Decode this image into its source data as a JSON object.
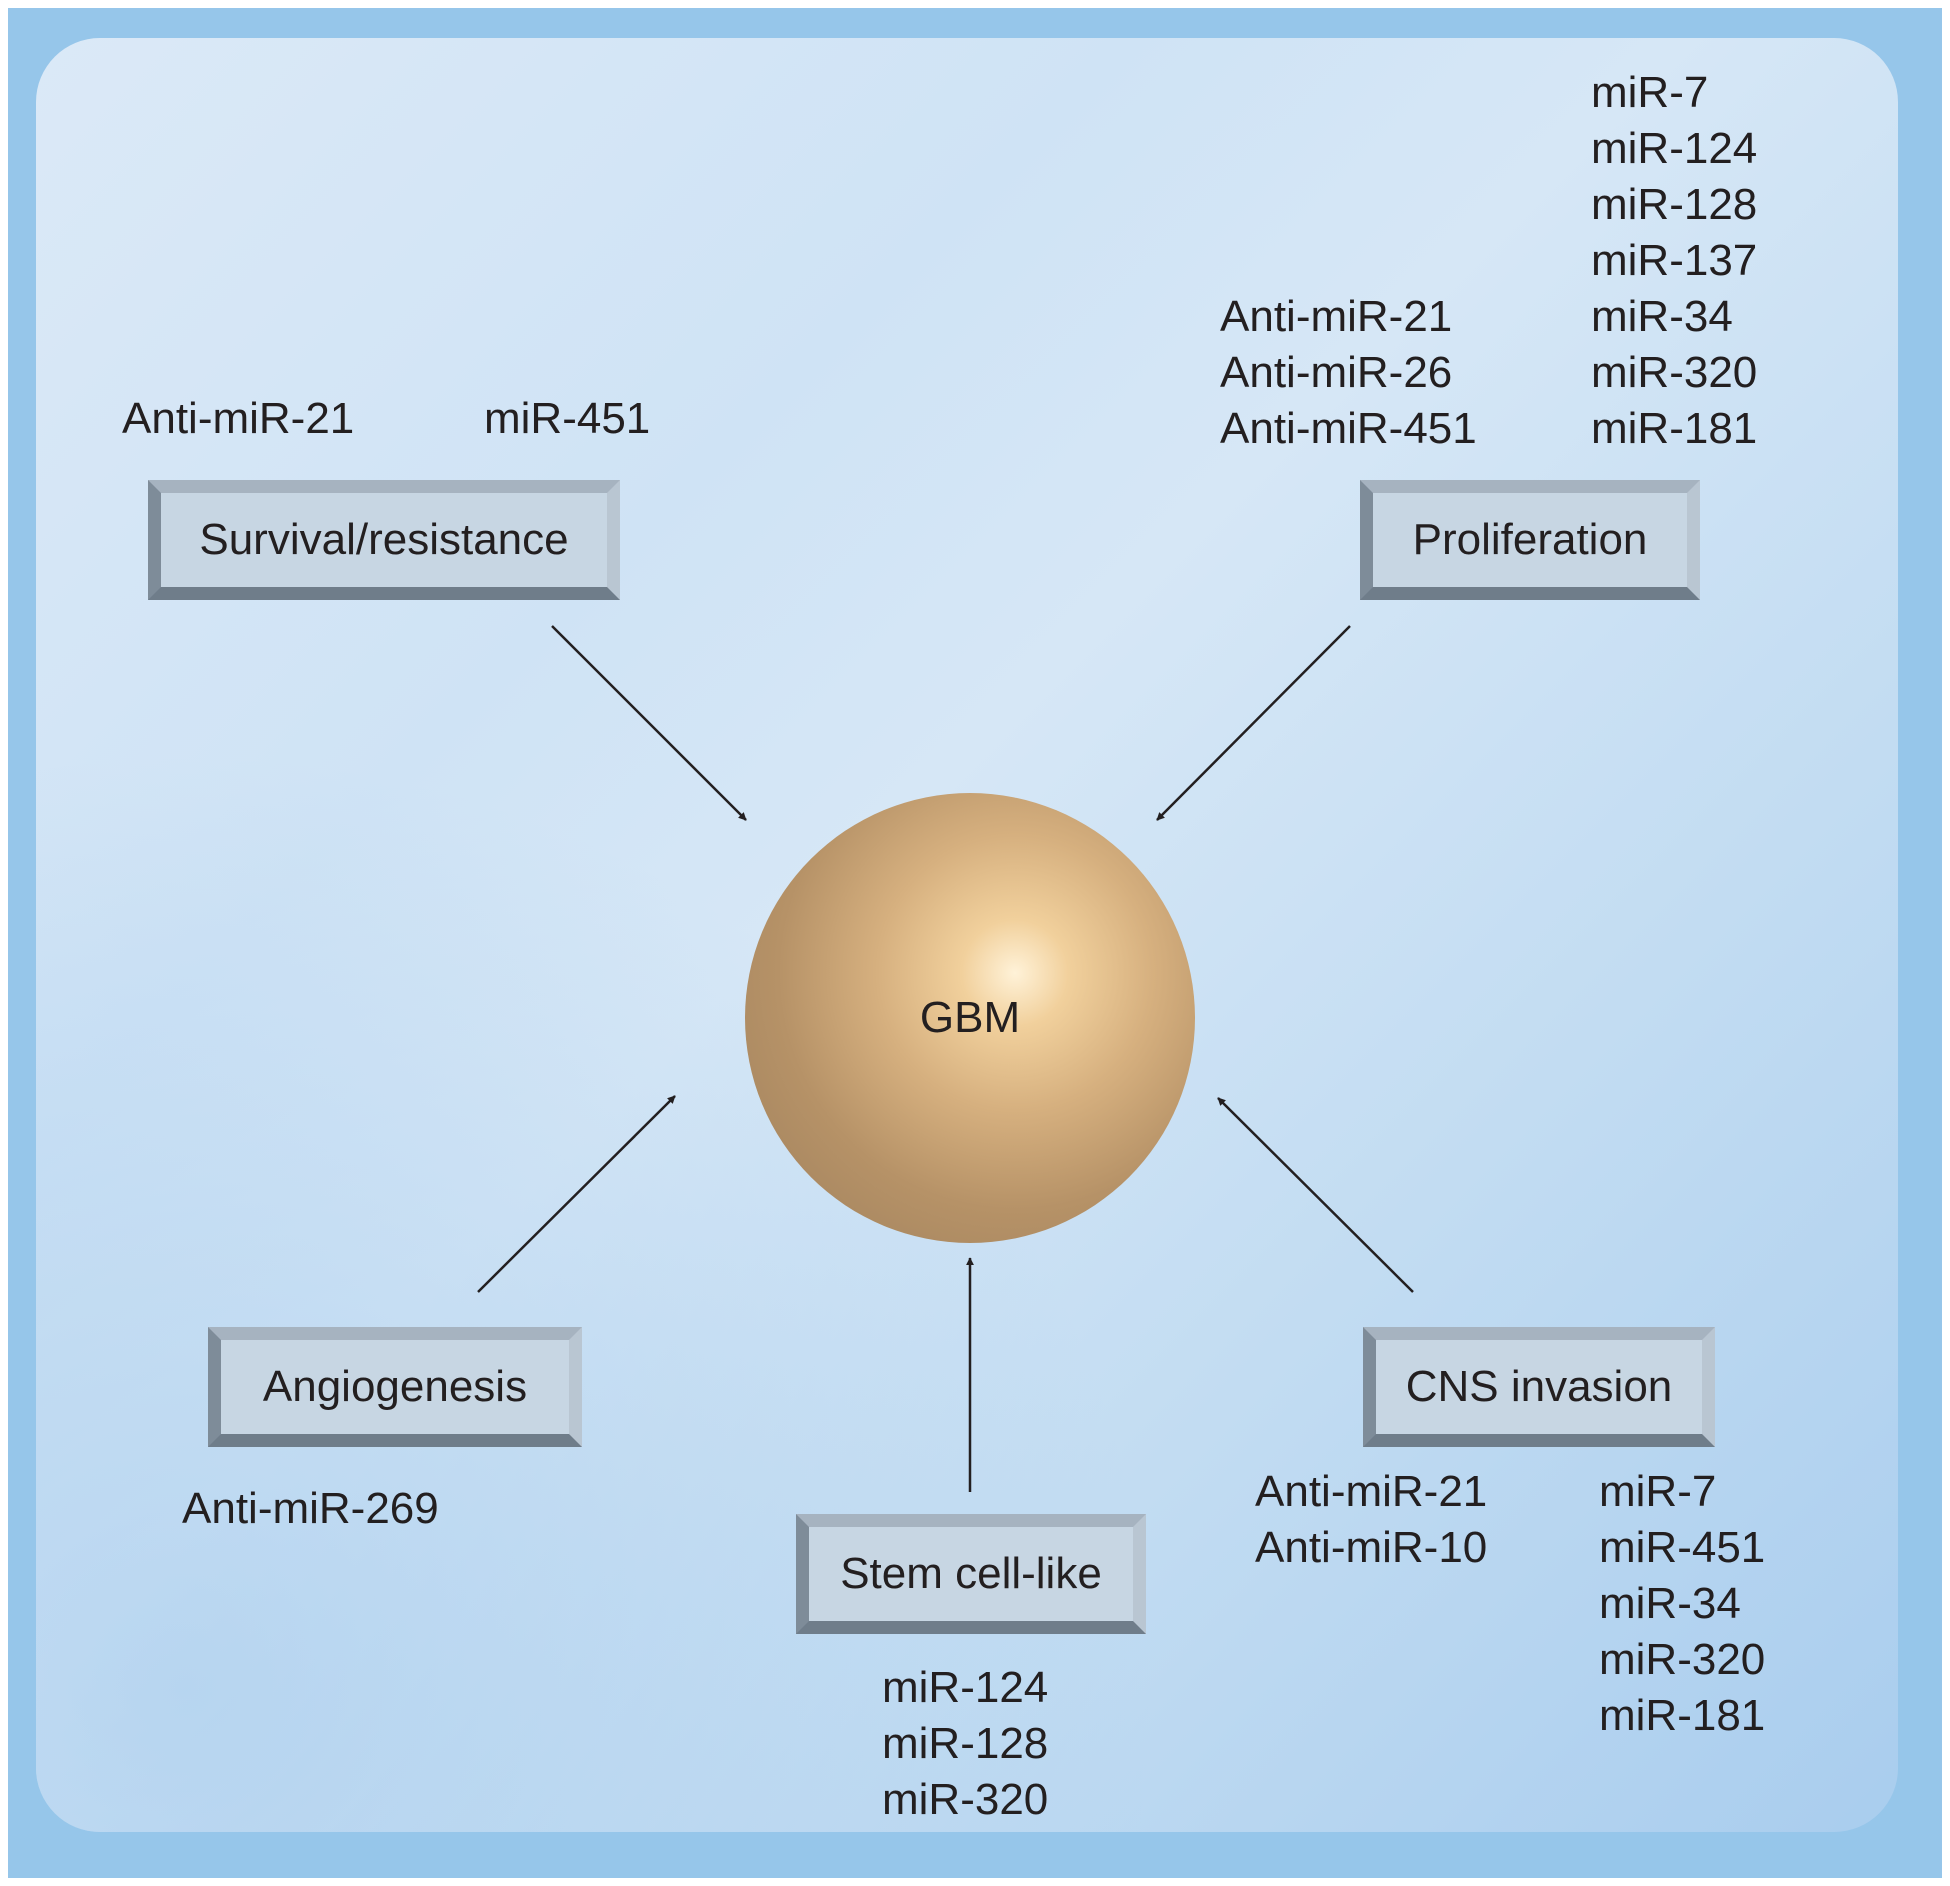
{
  "center": {
    "label": "GBM"
  },
  "nodes": {
    "survival": {
      "label": "Survival/resistance",
      "left_list": [
        "Anti-miR-21"
      ],
      "right_list": [
        "miR-451"
      ]
    },
    "proliferation": {
      "label": "Proliferation",
      "left_list": [
        "Anti-miR-21",
        "Anti-miR-26",
        "Anti-miR-451"
      ],
      "right_list": [
        "miR-7",
        "miR-124",
        "miR-128",
        "miR-137",
        "miR-34",
        "miR-320",
        "miR-181"
      ]
    },
    "angiogenesis": {
      "label": "Angiogenesis",
      "list": [
        "Anti-miR-269"
      ]
    },
    "stem": {
      "label": "Stem cell-like",
      "list": [
        "miR-124",
        "miR-128",
        "miR-320"
      ]
    },
    "cns": {
      "label": "CNS invasion",
      "left_list": [
        "Anti-miR-21",
        "Anti-miR-10"
      ],
      "right_list": [
        "miR-7",
        "miR-451",
        "miR-34",
        "miR-320",
        "miR-181"
      ]
    }
  },
  "colors": {
    "frame": "#96c6ea",
    "box_fill": "#c7d6e3",
    "arrow": "#231f20",
    "sphere": "#c4a070"
  }
}
